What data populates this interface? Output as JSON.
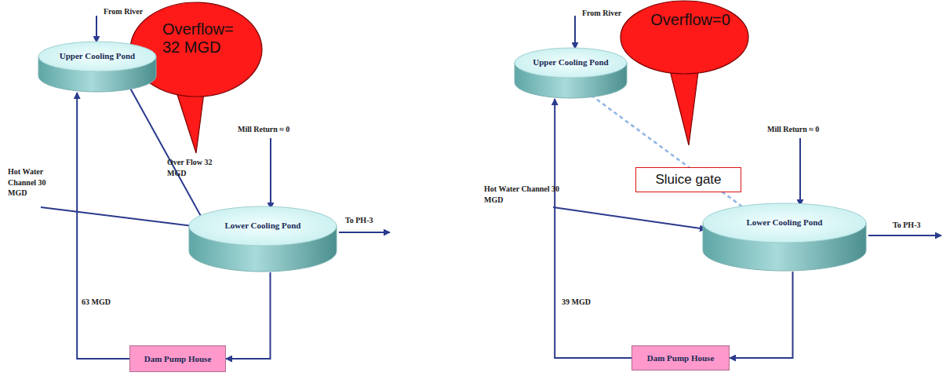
{
  "diagram": {
    "nodes": [
      {
        "text": [
          "Overflow= 32 MGD"
        ]
      },
      {
        "text": [
          "Upper Cooling Pond"
        ]
      },
      {
        "text": [
          "Lower Cooling Pond"
        ]
      },
      {
        "text": [
          "Dam Pump House"
        ]
      },
      {
        "text": [
          "Overflow=0"
        ]
      },
      {
        "text": [
          "Upper Cooling Pond"
        ]
      },
      {
        "text": [
          "Sluice gate"
        ]
      },
      {
        "text": [
          "Lower Cooling Pond"
        ]
      },
      {
        "text": [
          "Dam Pump House"
        ]
      }
    ],
    "edges": [
      {
        "from": 1,
        "to": 2,
        "arrow": "to",
        "label": "Over Flow 32 MGD"
      },
      {
        "from": 2,
        "to": 3,
        "arrow": "to"
      },
      {
        "from": 3,
        "to": 1,
        "arrow": "to",
        "label": "63 MGD"
      },
      {
        "from": 5,
        "to": 7,
        "arrow": "to"
      },
      {
        "from": 7,
        "to": 8,
        "arrow": "to"
      },
      {
        "from": 8,
        "to": 5,
        "arrow": "to",
        "label": "39 MGD"
      }
    ],
    "labels": [
      "From River",
      "Mill Return ≈ 0",
      "Hot Water Channel 30 MGD",
      "To PH-3",
      "From River",
      "Mill Return ≈ 0",
      "Hot Water Channel 30 MGD",
      "To PH-3"
    ]
  }
}
